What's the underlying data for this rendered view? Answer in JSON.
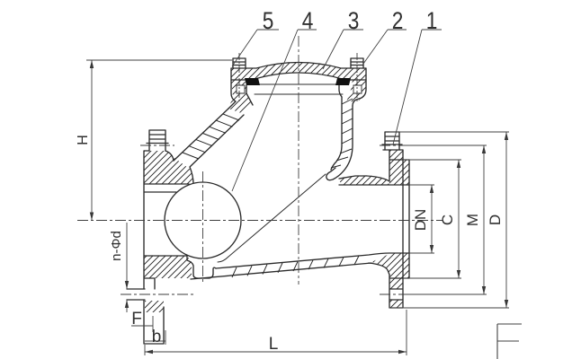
{
  "drawing": {
    "type": "valve-section",
    "callouts": [
      {
        "label": "5"
      },
      {
        "label": "4"
      },
      {
        "label": "3"
      },
      {
        "label": "2"
      },
      {
        "label": "1"
      }
    ],
    "dimensions": {
      "height": "H",
      "bolt_holes": "n-Φd",
      "face": "F",
      "flange_thickness": "b",
      "length": "L",
      "nominal_bore": "DN",
      "raised_face_diameter": "C",
      "bolt_circle_diameter": "M",
      "flange_outer_diameter": "D",
      "view_mark": "F"
    },
    "colors": {
      "line": "#2b2b2b",
      "thin": "#424242",
      "background": "#ffffff"
    }
  }
}
